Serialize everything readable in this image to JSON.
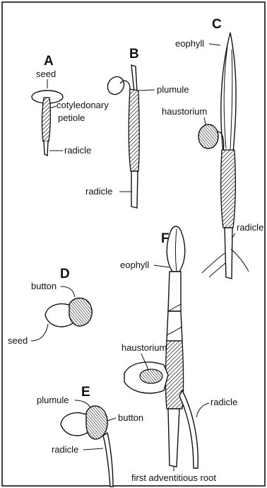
{
  "panels": {
    "A": {
      "letter": "A",
      "seed": "seed",
      "cotyledonary": "cotyledonary",
      "petiole": "petiole",
      "radicle": "radicle"
    },
    "B": {
      "letter": "B",
      "plumule": "plumule",
      "radicle": "radicle"
    },
    "C": {
      "letter": "C",
      "eophyll": "eophyll",
      "haustorium": "haustorium",
      "radicle": "radicle"
    },
    "D": {
      "letter": "D",
      "button": "button",
      "seed": "seed"
    },
    "E": {
      "letter": "E",
      "plumule": "plumule",
      "button": "button",
      "radicle": "radicle"
    },
    "F": {
      "letter": "F",
      "eophyll": "eophyll",
      "haustorium": "haustorium",
      "radicle": "radicle",
      "first_root": "first adventitious root"
    }
  }
}
